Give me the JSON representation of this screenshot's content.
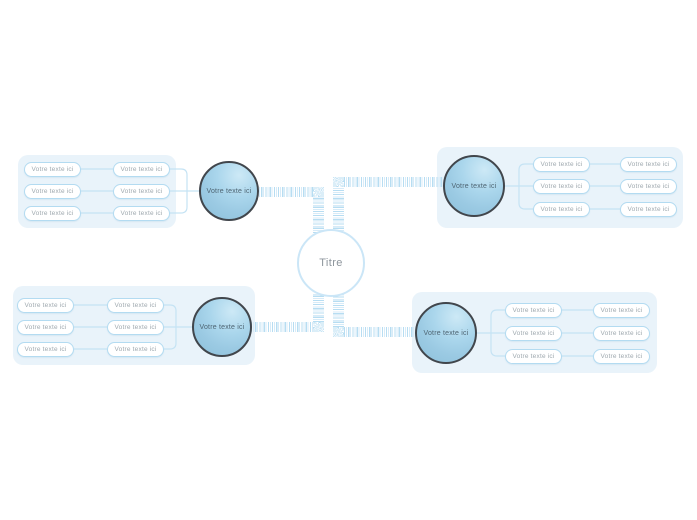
{
  "diagram": {
    "center": {
      "label": "Titre"
    },
    "branches": [
      {
        "name": "top-left",
        "label": "Votre texte ici",
        "items": [
          "Votre texte ici",
          "Votre texte ici",
          "Votre texte ici",
          "Votre texte ici",
          "Votre texte ici",
          "Votre texte ici"
        ]
      },
      {
        "name": "top-right",
        "label": "Votre texte ici",
        "items": [
          "Votre texte ici",
          "Votre texte ici",
          "Votre texte ici",
          "Votre texte ici",
          "Votre texte ici",
          "Votre texte ici"
        ]
      },
      {
        "name": "bottom-left",
        "label": "Votre texte ici",
        "items": [
          "Votre texte ici",
          "Votre texte ici",
          "Votre texte ici",
          "Votre texte ici",
          "Votre texte ici",
          "Votre texte ici"
        ]
      },
      {
        "name": "bottom-right",
        "label": "Votre texte ici",
        "items": [
          "Votre texte ici",
          "Votre texte ici",
          "Votre texte ici",
          "Votre texte ici",
          "Votre texte ici",
          "Votre texte ici"
        ]
      }
    ]
  },
  "colors": {
    "canvas_bg": "#ffffff",
    "group_bg": "#e9f3fa",
    "pill_border": "#b3dbf1",
    "pill_text": "#9fa9af",
    "node_fill": "#9ccbe3",
    "node_border": "#41464c",
    "node_text": "#4e6472",
    "center_border": "#cbe6f7",
    "center_text": "#8d959c",
    "connector_line": "#c5e3f4",
    "ribbon_stripe": "#b7ddf2"
  }
}
